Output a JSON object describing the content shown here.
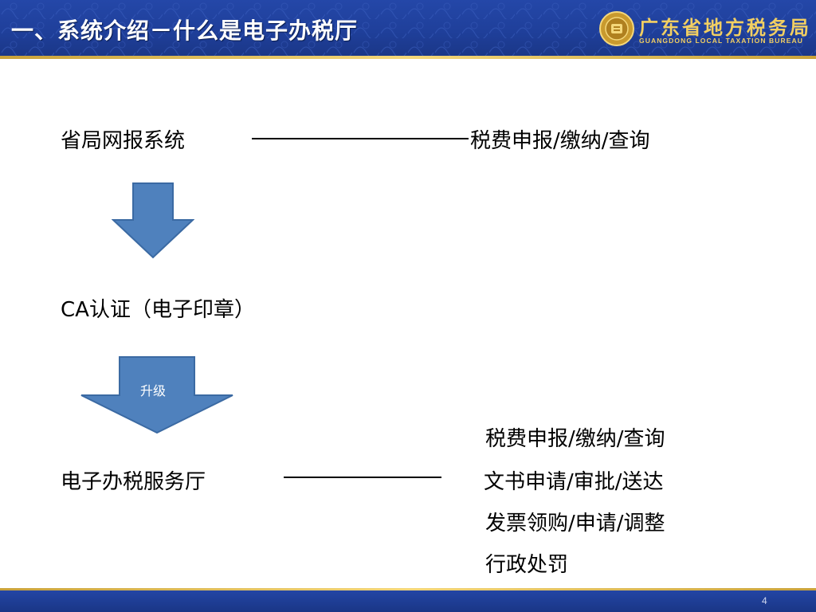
{
  "header": {
    "title": "一、系统介绍－什么是电子办税厅",
    "logo_cn": "广东省地方税务局",
    "logo_en": "GUANGDONG LOCAL TAXATION BUREAU",
    "colors": {
      "header_blue": "#1f3f9a",
      "gold": "#f2cf62",
      "arrow_blue": "#4f81bd"
    }
  },
  "content": {
    "line1_left": "省局网报系统",
    "line1_right": "税费申报/缴纳/查询",
    "ca_line": "CA认证（电子印章）",
    "arrow_label": "升级",
    "hall_left": "电子办税服务厅",
    "services": [
      "税费申报/缴纳/查询",
      "文书申请/审批/送达",
      "发票领购/申请/调整",
      "行政处罚"
    ]
  },
  "footer": {
    "page_number": "4"
  }
}
